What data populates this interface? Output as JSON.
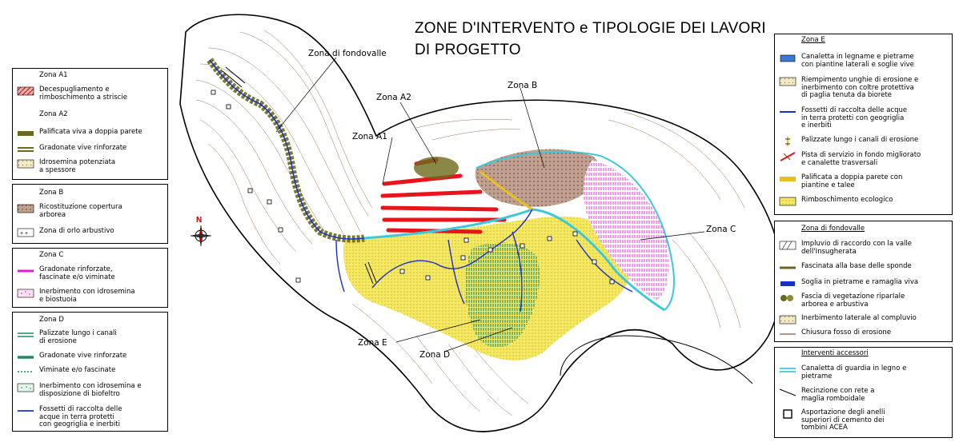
{
  "title": "ZONE D'INTERVENTO e TIPOLOGIE DEI LAVORI DI PROGETTO",
  "map_labels": {
    "zona_fondovalle": "Zona di fondovalle",
    "zona_a1": "Zona A1",
    "zona_a2": "Zona A2",
    "zona_b": "Zona B",
    "zona_c": "Zona C",
    "zona_d": "Zona D",
    "zona_e": "Zona E"
  },
  "north_label": "N",
  "legend_a": {
    "a1_header": "Zona A1",
    "a1_items": [
      "Decespugliamento e\nrimboschimento a striscie"
    ],
    "a2_header": "Zona A2",
    "a2_items": [
      "Palificata viva a doppia parete",
      "Gradonate vive rinforzate",
      "Idrosemina potenziata\na spessore"
    ]
  },
  "legend_b": {
    "header": "Zona B",
    "items": [
      "Ricostituzione copertura\narborea",
      "Zona di orlo arbustivo"
    ]
  },
  "legend_c": {
    "header": "Zona C",
    "items": [
      "Gradonate rinforzate,\nfascinate e/o viminate",
      "Inerbimento con idrosemina\ne biostuoia"
    ]
  },
  "legend_d": {
    "header": "Zona D",
    "items": [
      "Palizzate lungo i canali\ndi erosione",
      "Gradonate vive rinforzate",
      "Viminate e/o fascinate",
      "Inerbimento con idrosemina e\ndisposizione di biofeltro",
      "Fossetti di raccolta delle\nacque in terra protetti\ncon geogriglia e inerbiti"
    ]
  },
  "legend_e": {
    "header": "Zona E",
    "items": [
      "Canaletta in legname e pietrame\ncon piantine laterali e soglie vive",
      "Riempimento unghie di erosione e\ninerbimento con coltre protettiva\ndi paglia tenuta da biorete",
      "Fossetti di raccolta delle acque\nin terra protetti con geogriglia\ne inerbiti",
      "Palizzate lungo i canali di erosione",
      "Pista di servizio in fondo migliorato\ne canalette trasversali",
      "Palificata a doppia parete con\npiantine e talee",
      "Rimboschimento ecologico"
    ]
  },
  "legend_fondovalle": {
    "header": "Zona di fondovalle",
    "items": [
      "Impluvio di raccordo con la valle\ndell'Insugherata",
      "Fascinata alla base delle sponde",
      "Soglia in pietrame e ramaglia viva",
      "Fascia di vegetazione riparIale\narborea e arbustiva",
      "Inerbimento laterale al compluvio",
      "Chiusura fosso di erosione"
    ]
  },
  "legend_accessori": {
    "header": "Interventi accessori",
    "items": [
      "Canaletta di guardia in legno e\npietrame",
      "Recinzione con rete a\nmaglia romboidale",
      "Asportazione degli anelli\nsuperiori di cemento dei\ntombini ACEA"
    ]
  },
  "colors": {
    "zona_a1_red": "#e8141a",
    "zona_a2_olive": "#6b6a1c",
    "zona_b_brown": "#a08070",
    "zona_c_magenta": "#e020d0",
    "zona_d_green": "#1f8a5e",
    "zona_e_yellow": "#f2e24a",
    "channel_cyan": "#3cc8dc",
    "fosso_blue": "#1830c8",
    "contour": "#8a5a3a"
  }
}
